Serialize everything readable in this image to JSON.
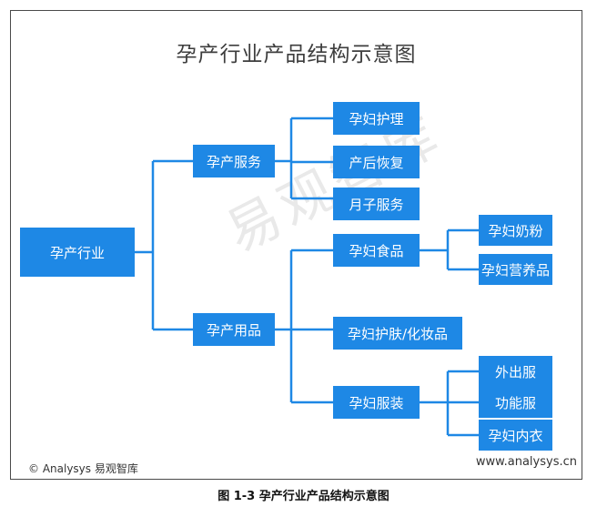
{
  "title": "孕产行业产品结构示意图",
  "root": "孕产行业",
  "level1": [
    "孕产服务",
    "孕产用品"
  ],
  "service_children": [
    "孕妇护理",
    "产后恢复",
    "月子服务"
  ],
  "goods_children": [
    "孕妇食品",
    "孕妇护肤/化妆品",
    "孕妇服装"
  ],
  "food_children": [
    "孕妇奶粉",
    "孕妇营养品"
  ],
  "clothing_children": [
    "外出服",
    "功能服",
    "孕妇内衣"
  ],
  "watermark": "易观智库",
  "footer": {
    "copyright": "© Analysys 易观智库",
    "website": "www.analysys.cn"
  },
  "caption": "图 1-3 孕产行业产品结构示意图",
  "colors": {
    "node": "#1e88e5",
    "line": "#1e88e5",
    "frame": "#4a4a4a"
  }
}
